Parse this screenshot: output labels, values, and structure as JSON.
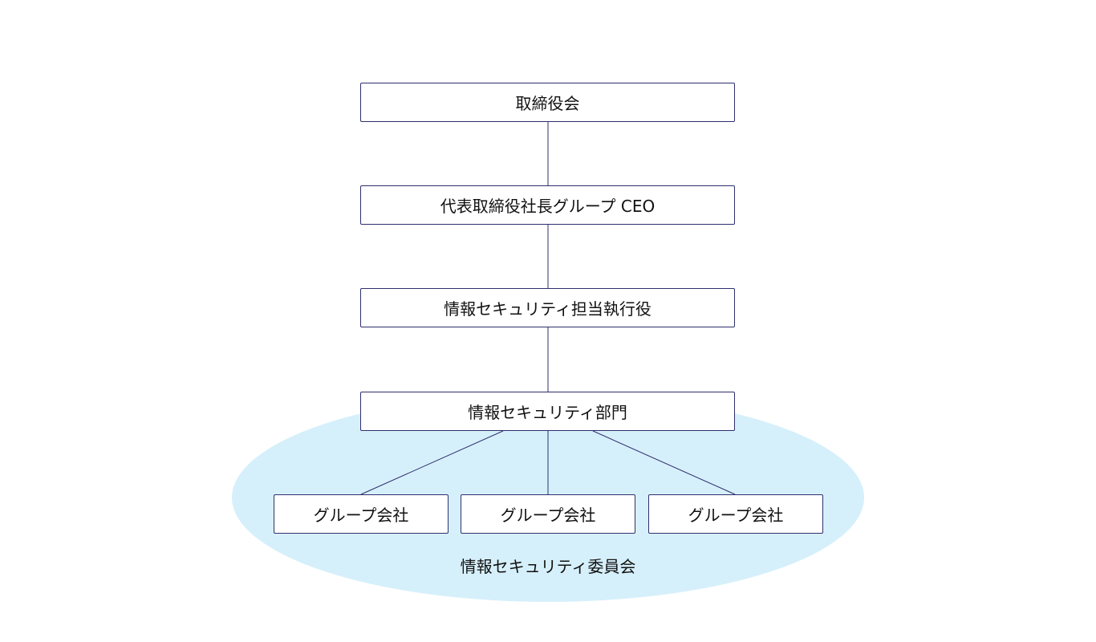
{
  "diagram": {
    "nodes": {
      "board": "取締役会",
      "ceo": "代表取締役社長グループ CEO",
      "officer": "情報セキュリティ担当執行役",
      "department": "情報セキュリティ部門",
      "group_companies": [
        "グループ会社",
        "グループ会社",
        "グループ会社"
      ]
    },
    "committee_label": "情報セキュリティ委員会",
    "edges": [
      [
        "board",
        "ceo"
      ],
      [
        "ceo",
        "officer"
      ],
      [
        "officer",
        "department"
      ],
      [
        "department",
        "group_company_1"
      ],
      [
        "department",
        "group_company_2"
      ],
      [
        "department",
        "group_company_3"
      ]
    ],
    "colors": {
      "line": "#2e2f6e",
      "committee_fill": "#d6f0fb"
    }
  }
}
